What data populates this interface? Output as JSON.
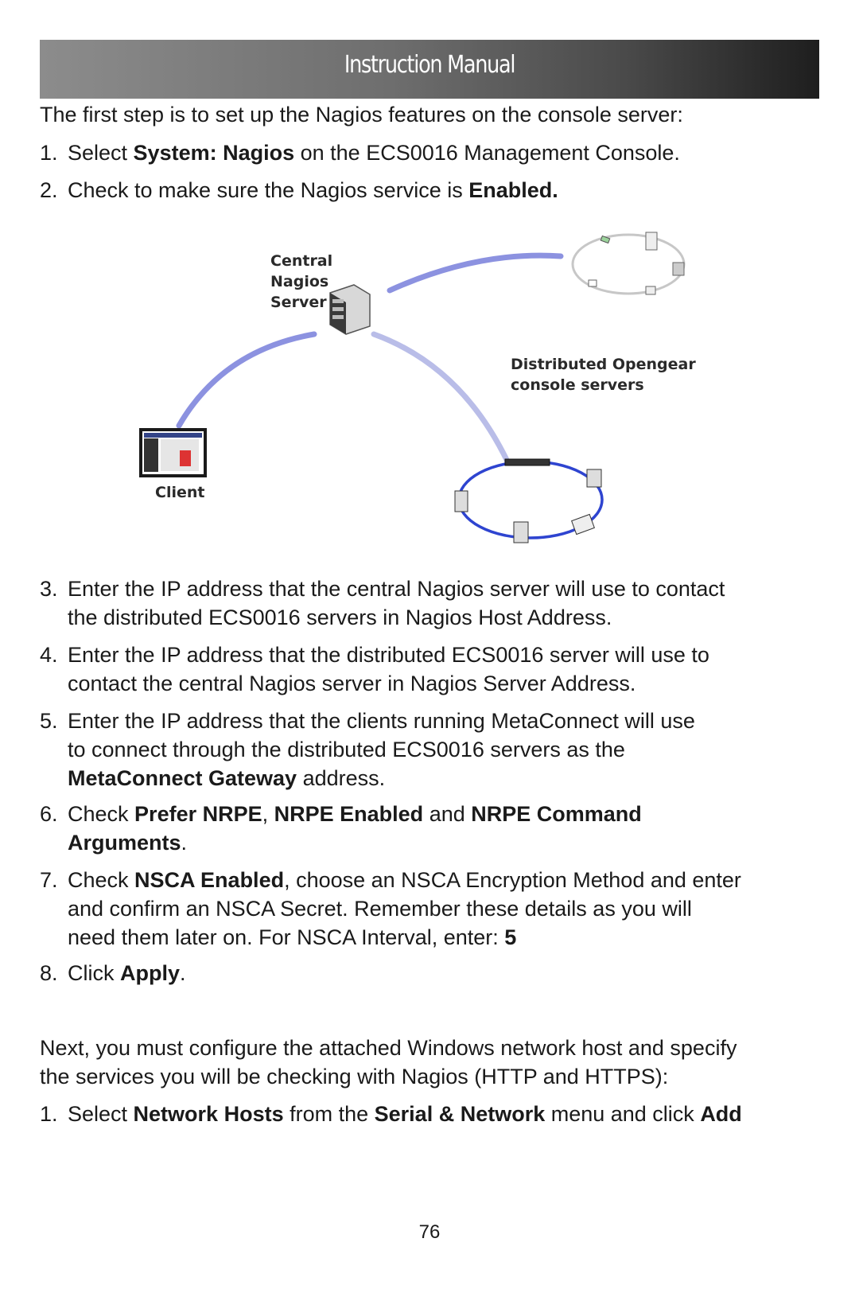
{
  "header": {
    "title": "Instruction Manual"
  },
  "intro1": "The first step is to set up the Nagios features on the console server:",
  "steps1": [
    {
      "num": "1.",
      "t1": "Select ",
      "b1": "System: Nagios",
      "t2": " on the ECS0016 Management Console."
    },
    {
      "num": "2.",
      "t1": "Check to make sure the Nagios service is ",
      "b1": "Enabled."
    }
  ],
  "figure": {
    "server_label": [
      "Central",
      "Nagios",
      "Server"
    ],
    "distributed_label": [
      "Distributed Opengear",
      "console servers"
    ],
    "client_label": "Client"
  },
  "steps2": [
    {
      "num": "3.",
      "l1": "Enter the IP address that the central Nagios server will use to contact",
      "l2": "the distributed ECS0016 servers in Nagios Host Address."
    },
    {
      "num": "4.",
      "l1": "Enter the IP address that the distributed ECS0016 server will use to",
      "l2": "contact the central Nagios server in Nagios Server Address."
    },
    {
      "num": "5.",
      "l1": "Enter the IP address that the clients running MetaConnect will use",
      "l2": "to connect through the distributed ECS0016 servers as the",
      "b1": "MetaConnect Gateway",
      "t1": " address."
    },
    {
      "num": "6.",
      "t1": "Check ",
      "b1": "Prefer NRPE",
      "t2": ", ",
      "b2": "NRPE Enabled",
      "t3": " and ",
      "b3": "NRPE Command",
      "b4": "Arguments",
      "t4": "."
    },
    {
      "num": "7.",
      "t1": "Check ",
      "b1": "NSCA Enabled",
      "t2": ", choose an NSCA Encryption Method and enter",
      "l2": "and confirm an NSCA Secret. Remember these details as you will",
      "l3": "need them later on. For NSCA Interval, enter: ",
      "b2": "5"
    },
    {
      "num": "8.",
      "t1": "Click ",
      "b1": "Apply",
      "t2": "."
    }
  ],
  "intro2": {
    "l1": "Next, you must configure the attached Windows network host and specify",
    "l2": "the services you will be checking with Nagios (HTTP and HTTPS):"
  },
  "steps3": [
    {
      "num": "1.",
      "t1": "Select ",
      "b1": "Network Hosts",
      "t2": " from the ",
      "b2": "Serial & Network",
      "t3": " menu and click ",
      "b3": "Add"
    }
  ],
  "page_number": "76"
}
